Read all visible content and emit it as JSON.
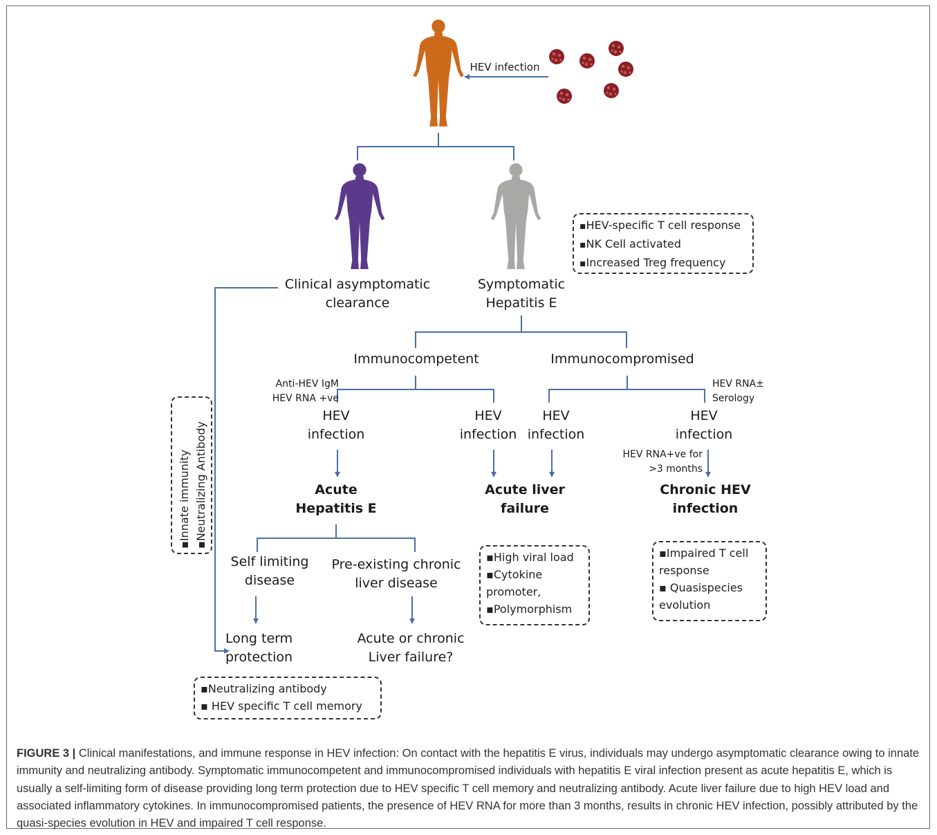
{
  "diagram": {
    "infection_label": "HEV infection",
    "colors": {
      "infected_person": "#cc6a1c",
      "asymptomatic_person": "#5b3a8c",
      "symptomatic_person": "#a8a8a5",
      "virus": "#8a1f24",
      "connector": "#4a6fa5"
    },
    "nodes": {
      "asymptomatic": [
        "Clinical asymptomatic",
        "clearance"
      ],
      "symptomatic": [
        "Symptomatic",
        "Hepatitis E"
      ],
      "immunocompetent": "Immunocompetent",
      "immunocompromised": "Immunocompromised",
      "competent_markers": [
        "Anti-HEV IgM",
        "HEV RNA +ve"
      ],
      "compromised_markers": [
        "HEV RNA±",
        "Serology"
      ],
      "hev_infection_1": [
        "HEV",
        "infection"
      ],
      "hev_infection_2": [
        "HEV",
        "infection"
      ],
      "hev_infection_3": [
        "HEV",
        "infection"
      ],
      "hev_infection_4": [
        "HEV",
        "infection"
      ],
      "rna_duration": [
        "HEV RNA+ve for",
        ">3 months"
      ],
      "acute_hep": [
        "Acute",
        "Hepatitis E"
      ],
      "acute_liver_failure": [
        "Acute liver",
        "failure"
      ],
      "chronic_hev": [
        "Chronic HEV",
        "infection"
      ],
      "self_limiting": [
        "Self limiting",
        "disease"
      ],
      "preexisting": [
        "Pre-existing chronic",
        "liver disease"
      ],
      "long_term": [
        "Long term",
        "protection"
      ],
      "acute_or_chronic": [
        "Acute or chronic",
        "Liver failure?"
      ]
    },
    "boxes": {
      "t_cell_response": [
        "HEV-specific T cell response",
        "NK Cell activated",
        "Increased Treg frequency"
      ],
      "innate": [
        "Innate immunity",
        "Neutralizing Antibody"
      ],
      "viral_load": [
        "▪High viral load",
        "▪Cytokine",
        "promoter,",
        "▪Polymorphism"
      ],
      "impaired": [
        "▪Impaired T cell",
        "response",
        "▪ Quasispecies",
        "evolution"
      ],
      "memory": [
        "▪Neutralizing antibody",
        "▪ HEV specific T cell memory"
      ]
    }
  },
  "caption": {
    "label": "FIGURE 3 |",
    "text": "Clinical manifestations, and immune response in HEV infection: On contact with the hepatitis E virus, individuals may undergo asymptomatic clearance owing to innate immunity and neutralizing antibody. Symptomatic immunocompetent and immunocompromised individuals with hepatitis E viral infection present as acute hepatitis E, which is usually a self-limiting form of disease providing long term protection due to HEV specific T cell memory and neutralizing antibody. Acute liver failure due to high HEV load and associated inflammatory cytokines. In immunocompromised patients, the presence of HEV RNA for more than 3 months, results in chronic HEV infection, possibly attributed by the quasi-species evolution in HEV and impaired T cell response."
  }
}
